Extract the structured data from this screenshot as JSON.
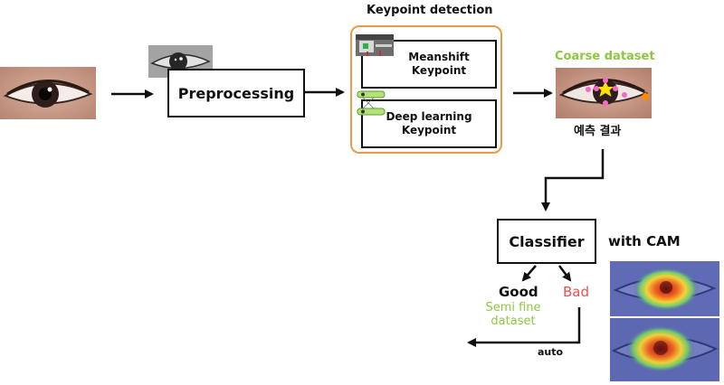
{
  "nodes": {
    "preprocessing": "Preprocessing",
    "keypoint_group_title": "Keypoint detection",
    "meanshift": "Meanshift\nKeypoint",
    "deep_learning": "Deep learning\nKeypoint",
    "coarse_dataset": "Coarse dataset",
    "result_label": "예측 결과",
    "classifier": "Classifier",
    "with_cam": "with CAM",
    "good": "Good",
    "bad": "Bad",
    "semi_fine": "Semi fine\ndataset",
    "auto": "auto"
  },
  "colors": {
    "group_border": "#ee9a44",
    "coarse_label": "#8dc63f",
    "bad_label": "#f0504a",
    "semi_fine_label": "#8dc63f",
    "keypoint_pink": "#ff66cc",
    "keypoint_yellow": "#ffe000",
    "keypoint_orange": "#ff8c00"
  }
}
